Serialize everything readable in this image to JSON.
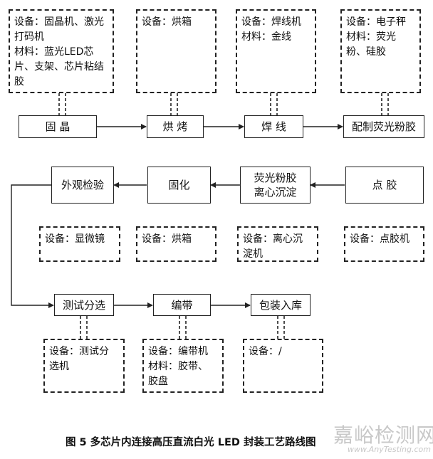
{
  "row1": {
    "equip": [
      "设备：固晶机、激光\n打码机\n材料：蓝光LED芯\n片、支架、芯片粘结胶",
      "设备：烘箱",
      "设备：焊线机\n材料：金线",
      "设备：电子秤\n材料：荧光\n粉、硅胶"
    ],
    "steps": [
      "固  晶",
      "烘  烤",
      "焊  线",
      "配制荧光粉胶"
    ]
  },
  "row2": {
    "steps": [
      "外观检验",
      "固化",
      "荧光粉胶\n离心沉淀",
      "点  胶"
    ],
    "equip": [
      "设备：显微镜",
      "设备：烘箱",
      "设备：离心沉\n淀机",
      "设备：点胶机"
    ]
  },
  "row3": {
    "steps": [
      "测试分选",
      "编带",
      "包装入库"
    ],
    "equip": [
      "设备：测试分\n选机",
      "设备：编带机\n材料：胶带、\n胶盘",
      "设备：/"
    ]
  },
  "caption": "图 5  多芯片内连接高压直流白光 LED 封装工艺路线图",
  "watermark": {
    "cn": "嘉峪检测网",
    "en": "www.AnyTesting.com"
  }
}
